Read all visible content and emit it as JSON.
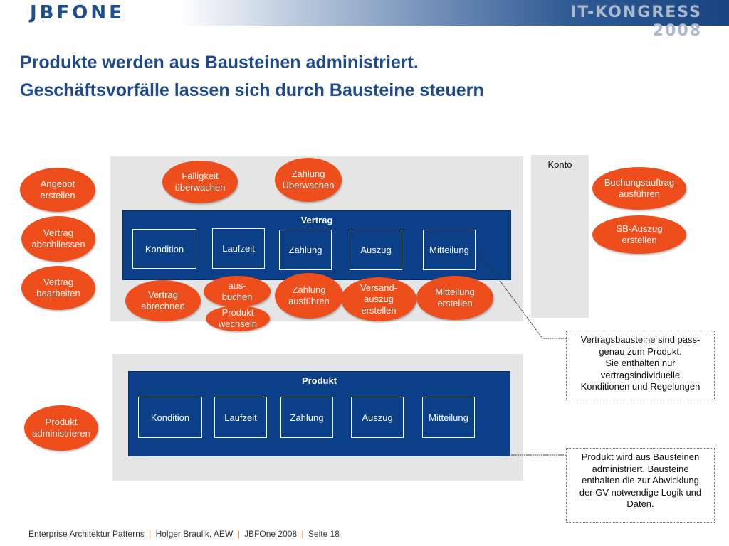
{
  "header": {
    "logo": "JBFONE",
    "congress": "IT-KONGRESS 2008"
  },
  "title": {
    "line1": "Produkte werden aus Bausteinen administriert.",
    "line2": "Geschäftsvorfälle lassen sich durch Bausteine steuern"
  },
  "konto": {
    "label": "Konto"
  },
  "vertrag": {
    "title": "Vertrag",
    "modules": [
      "Kondition",
      "Laufzeit",
      "Zahlung",
      "Auszug",
      "Mitteilung"
    ]
  },
  "produkt": {
    "title": "Produkt",
    "modules": [
      "Kondition",
      "Laufzeit",
      "Zahlung",
      "Auszug",
      "Mitteilung"
    ]
  },
  "left_actions": {
    "angebot": "Angebot\nerstellen",
    "abschliessen": "Vertrag\nabschliessen",
    "bearbeiten": "Vertrag\nbearbeiten",
    "produkt_admin": "Produkt\nadministrieren"
  },
  "vertrag_actions": {
    "faelligkeit": "Fälligkeit\nüberwachen",
    "zahlung_ueberwachen": "Zahlung\nÜberwachen",
    "abrechnen": "Vertrag\nabrechnen",
    "ausbuchen": "aus-\nbuchen",
    "produkt_wechseln": "Produkt\nwechseln",
    "zahlung_ausfuehren": "Zahlung\nausführen",
    "versandauszug": "Versand-\nauszug\nerstellen",
    "mitteilung": "Mitteilung\nerstellen"
  },
  "konto_actions": {
    "buchungsauftrag": "Buchungsauftrag\nausführen",
    "sb_auszug": "SB-Auszug\nerstellen"
  },
  "callouts": {
    "vertrag": "Vertragsbausteine sind pass-\ngenau zum Produkt.\nSie enthalten nur\nvertragsindividuelle\nKonditionen und Regelungen",
    "produkt": "Produkt wird aus Bausteinen\nadministriert. Bausteine\nenthalten die zur Abwicklung\nder GV notwendige Logik und\nDaten."
  },
  "footer": {
    "part1": "Enterprise Architektur Patterns",
    "part2": "Holger Braulik, AEW",
    "part3": "JBFOne 2008",
    "part4": "Seite 18",
    "separator": "|"
  },
  "colors": {
    "accent_orange": "#ee4e1b",
    "dark_blue": "#0b3f87",
    "title_blue": "#1e4a8c",
    "panel_grey": "#e5e5e5"
  }
}
